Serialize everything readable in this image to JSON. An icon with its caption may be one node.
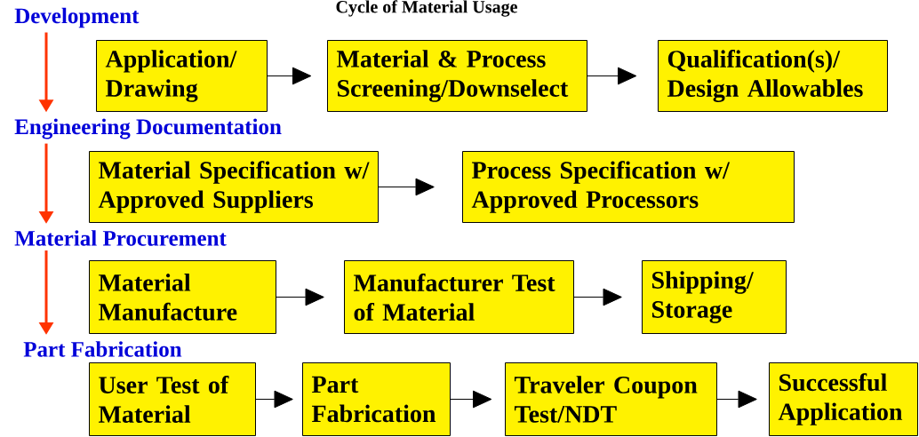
{
  "diagram": {
    "title": "Cycle of Material Usage",
    "nodes": [
      {
        "text": [
          "Development"
        ]
      },
      {
        "text": [
          "Application/ Drawing"
        ]
      },
      {
        "text": [
          "Material & Process Screening/Downselect"
        ]
      },
      {
        "text": [
          "Qualification(s)/ Design Allowables"
        ]
      },
      {
        "text": [
          "Engineering Documentation"
        ]
      },
      {
        "text": [
          "Material Specification w/ Approved Suppliers"
        ]
      },
      {
        "text": [
          "Process Specification w/ Approved Processors"
        ]
      },
      {
        "text": [
          "Material Procurement"
        ]
      },
      {
        "text": [
          "Material Manufacture"
        ]
      },
      {
        "text": [
          "Manufacturer Test of Material"
        ]
      },
      {
        "text": [
          "Shipping/ Storage"
        ]
      },
      {
        "text": [
          "Part Fabrication"
        ]
      },
      {
        "text": [
          "User Test of Material"
        ]
      },
      {
        "text": [
          "Part Fabrication"
        ]
      },
      {
        "text": [
          "Traveler Coupon Test/NDT"
        ]
      },
      {
        "text": [
          "Successful Application"
        ]
      }
    ],
    "edges": [
      {
        "from": 1,
        "to": 2,
        "arrow": "to"
      },
      {
        "from": 2,
        "to": 3,
        "arrow": "to"
      },
      {
        "from": 5,
        "to": 6,
        "arrow": "to"
      },
      {
        "from": 8,
        "to": 9,
        "arrow": "to"
      },
      {
        "from": 9,
        "to": 10,
        "arrow": "to"
      },
      {
        "from": 12,
        "to": 13,
        "arrow": "to"
      },
      {
        "from": 13,
        "to": 14,
        "arrow": "to"
      },
      {
        "from": 14,
        "to": 15,
        "arrow": "to"
      },
      {
        "from": 0,
        "to": 4,
        "arrow": "to",
        "style": "thick",
        "color": "#ff3300"
      },
      {
        "from": 4,
        "to": 7,
        "arrow": "to",
        "style": "thick",
        "color": "#ff3300"
      },
      {
        "from": 7,
        "to": 11,
        "arrow": "to",
        "style": "thick",
        "color": "#ff3300"
      }
    ]
  }
}
